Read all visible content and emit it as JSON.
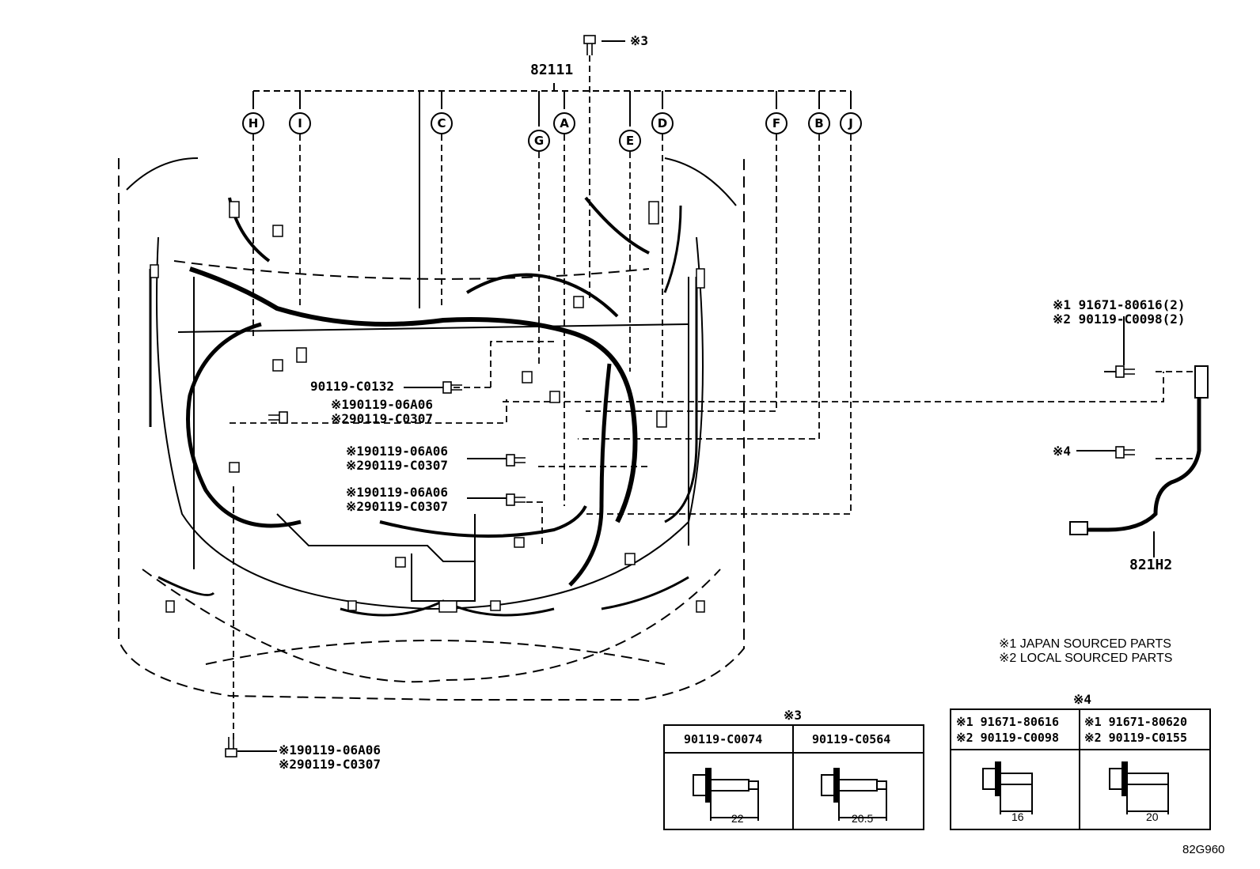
{
  "main_part": "82111",
  "callouts": [
    "H",
    "I",
    "C",
    "G",
    "A",
    "E",
    "D",
    "F",
    "B",
    "J"
  ],
  "mark3_top": "※3",
  "bolt_c0132": "90119-C0132",
  "bolt_left_1": "※190119-06A06",
  "bolt_left_2": "※290119-C0307",
  "bolt_mid1_1": "※190119-06A06",
  "bolt_mid1_2": "※290119-C0307",
  "bolt_mid2_1": "※190119-06A06",
  "bolt_mid2_2": "※290119-C0307",
  "bolt_bottom_1": "※190119-06A06",
  "bolt_bottom_2": "※290119-C0307",
  "sub_part": {
    "number": "821H2",
    "bolt_1": "※1 91671-80616(2)",
    "bolt_2": "※2 90119-C0098(2)",
    "mark4": "※4"
  },
  "legend": {
    "line1": "※1 JAPAN SOURCED PARTS",
    "line2": "※2 LOCAL SOURCED PARTS"
  },
  "table3": {
    "title": "※3",
    "col1": "90119-C0074",
    "col2": "90119-C0564",
    "dim1": "22",
    "dim2": "20.5"
  },
  "table4": {
    "title": "※4",
    "col1_a": "※1 91671-80616",
    "col1_b": "※2 90119-C0098",
    "col2_a": "※1 91671-80620",
    "col2_b": "※2 90119-C0155",
    "dim1": "16",
    "dim2": "20"
  },
  "figure_code": "82G960"
}
